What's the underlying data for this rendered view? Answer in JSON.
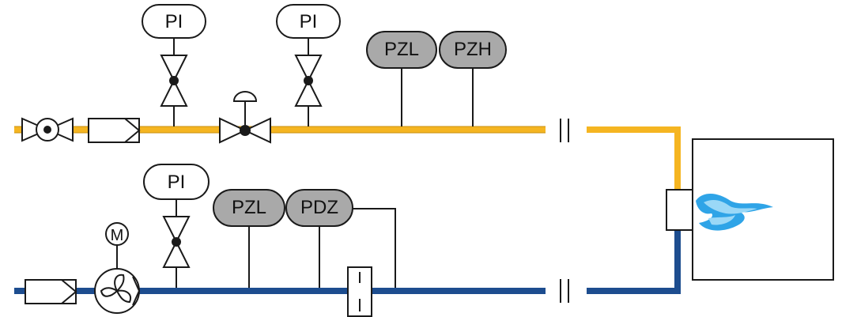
{
  "diagram": {
    "colors": {
      "gas_line": "#f5b521",
      "air_line": "#1d4d8f",
      "outline": "#1a1a1a",
      "indicator_gray": "#a9a9a9",
      "flame_blue": "#2fa4e7",
      "flame_light": "#9ad8f7"
    },
    "gas_train": {
      "gauges": [
        {
          "id": "gas-pi-1",
          "label": "PI"
        },
        {
          "id": "gas-pi-2",
          "label": "PI"
        }
      ],
      "switches": [
        {
          "id": "gas-pzl",
          "label": "PZL"
        },
        {
          "id": "gas-pzh",
          "label": "PZH"
        }
      ]
    },
    "air_train": {
      "motor": {
        "label": "M"
      },
      "gauges": [
        {
          "id": "air-pi-1",
          "label": "PI"
        }
      ],
      "switches": [
        {
          "id": "air-pzl",
          "label": "PZL"
        },
        {
          "id": "air-pdz",
          "label": "PDZ"
        }
      ]
    }
  }
}
